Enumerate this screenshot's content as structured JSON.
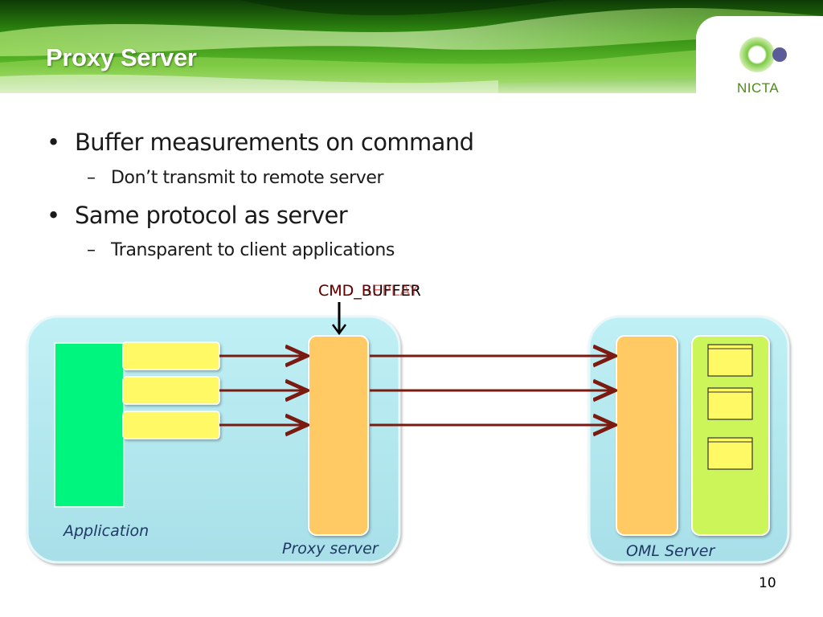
{
  "slide": {
    "title": "Proxy Server",
    "logo_text": "NICTA",
    "page_number": "10"
  },
  "bullets": [
    {
      "text": "Buffer measurements on command",
      "sub": [
        "Don’t transmit to remote server"
      ]
    },
    {
      "text": "Same protocol as server",
      "sub": [
        "Transparent to client applications"
      ]
    }
  ],
  "bullet_glyph": "•",
  "sub_glyph": "–",
  "diagram": {
    "command_labels": [
      "CMD_BUFFER",
      "CMD_REPLAY"
    ],
    "application_label": "Application",
    "proxy_label": "Proxy server",
    "oml_server_label": "OML Server",
    "colors": {
      "container": "#b7ebf1",
      "application_bar": "#00f57f",
      "stream_box": "#fff966",
      "proxy_box": "#ffc964",
      "oml_box": "#ffc964",
      "database_box": "#ccf55a",
      "arrow": "#7a1a10"
    }
  }
}
